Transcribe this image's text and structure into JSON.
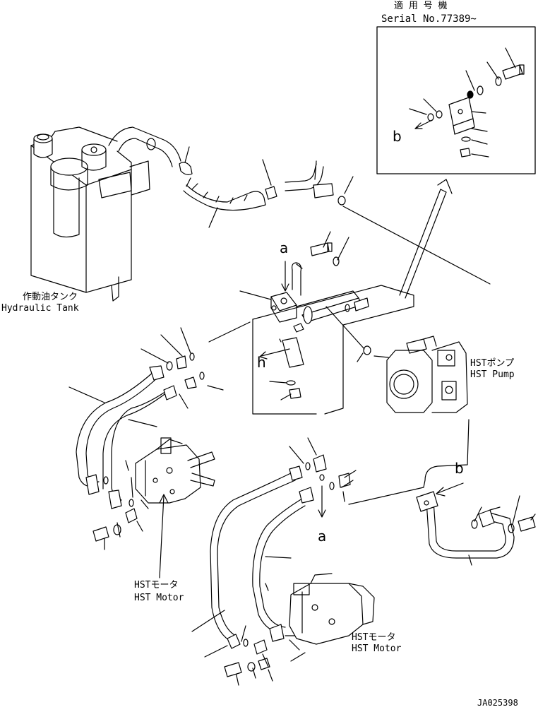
{
  "serial": {
    "jp": "適 用 号 機",
    "en": "Serial No.77389~"
  },
  "labels": {
    "hydraulic_tank_jp": "作動油タンク",
    "hydraulic_tank_en": "Hydraulic Tank",
    "hst_pump_jp": "HSTポンプ",
    "hst_pump_en": "HST Pump",
    "hst_motor_left_jp": "HSTモータ",
    "hst_motor_left_en": "HST Motor",
    "hst_motor_right_jp": "HSTモータ",
    "hst_motor_right_en": "HST Motor",
    "marker_a_top": "a",
    "marker_a_bottom": "a",
    "marker_b_inset": "b",
    "marker_b_main": "b",
    "marker_h": "h"
  },
  "drawing_no": "JA025398",
  "colors": {
    "ink": "#000000",
    "paper": "#ffffff"
  }
}
